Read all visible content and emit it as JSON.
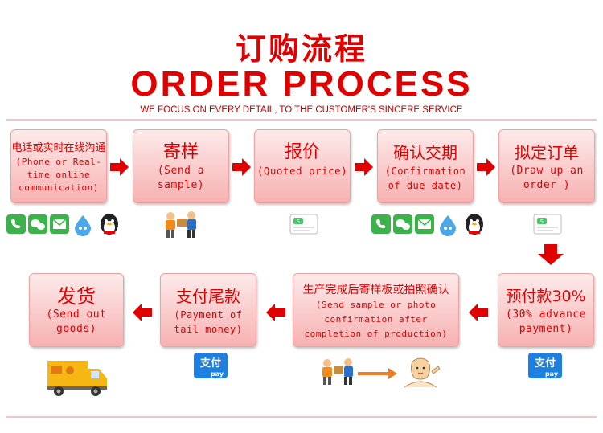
{
  "header": {
    "title_cn": "订购流程",
    "title_en": "ORDER PROCESS",
    "subtitle": "WE FOCUS ON EVERY DETAIL, TO THE CUSTOMER'S SINCERE SERVICE"
  },
  "steps": [
    {
      "cn": "电话或实时在线沟通",
      "en": "(Phone or Real-time online communication)"
    },
    {
      "cn": "寄样",
      "en": "(Send a sample)"
    },
    {
      "cn": "报价",
      "en": "(Quoted price)"
    },
    {
      "cn": "确认交期",
      "en": "(Confirmation of due date)"
    },
    {
      "cn": "拟定订单",
      "en": "(Draw up an order )"
    },
    {
      "cn": "预付款30%",
      "en": "(30% advance payment)"
    },
    {
      "cn": "生产完成后寄样板或拍照确认",
      "en": "(Send sample or photo confirmation after completion of production)"
    },
    {
      "cn": "支付尾款",
      "en": "(Payment of tail money)"
    },
    {
      "cn": "发货",
      "en": "(Send out goods)"
    }
  ],
  "labels": {
    "pay_cn": "支付",
    "pay_en": "pay",
    "file_letter": "S"
  },
  "icons": [
    "phone-icon",
    "wechat-icon",
    "mail-icon",
    "water-drop-icon",
    "qq-penguin-icon",
    "delivery-people-icon",
    "document-icon",
    "alipay-icon",
    "truck-icon",
    "woman-sketch-icon",
    "orange-arrow-icon"
  ],
  "colors": {
    "accent": "#e00000",
    "box_top": "#fdeaea",
    "box_bottom": "#f7b1b1"
  }
}
